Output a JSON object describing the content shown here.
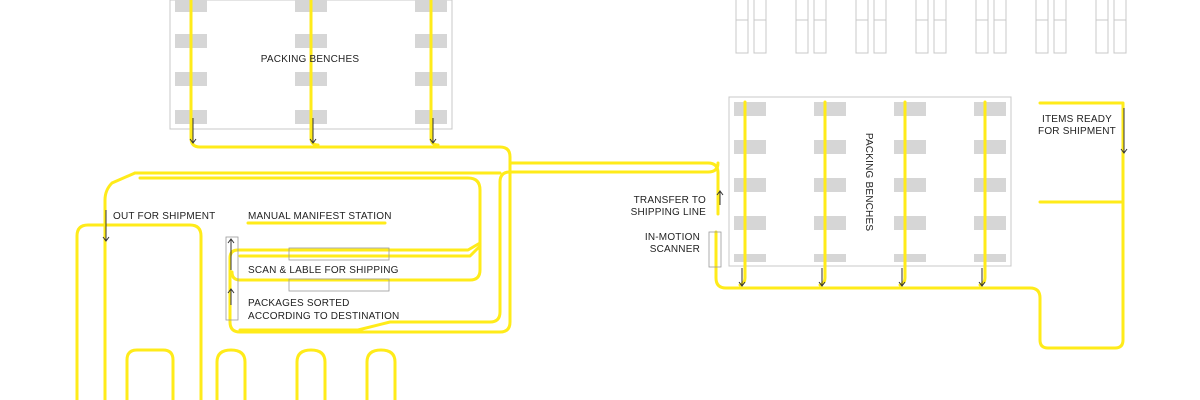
{
  "labels": {
    "packing_benches_left": "PACKING BENCHES",
    "packing_benches_right": "PACKING BENCHES",
    "out_for_shipment": "OUT FOR SHIPMENT",
    "manual_manifest": "MANUAL MANIFEST STATION",
    "scan_label": "SCAN & LABLE FOR SHIPPING",
    "sorted_line1": "PACKAGES SORTED",
    "sorted_line2": "ACCORDING TO DESTINATION",
    "transfer_line1": "TRANSFER TO",
    "transfer_line2": "SHIPPING LINE",
    "scanner_line1": "IN-MOTION",
    "scanner_line2": "SCANNER",
    "ready_line1": "ITEMS READY",
    "ready_line2": "FOR SHIPMENT"
  },
  "colors": {
    "conveyor": "#ffeb1a",
    "arrow": "#333333",
    "bench": "#d6d6d6",
    "outline": "#c8c8c8"
  }
}
